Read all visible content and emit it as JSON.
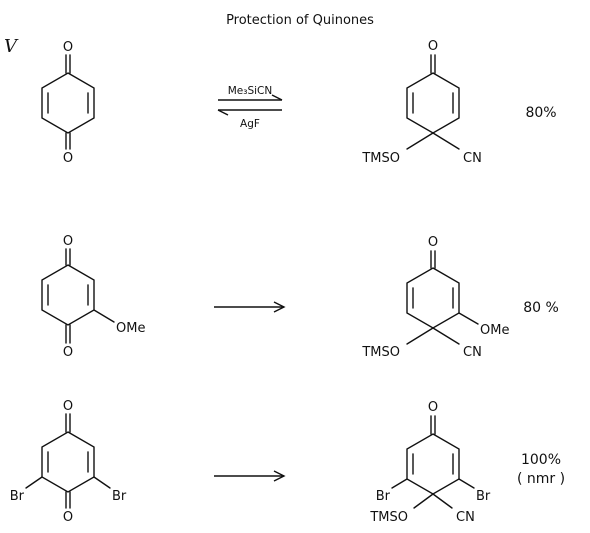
{
  "title": "Protection of Quinones",
  "stray_glyph": "V",
  "reactions": [
    {
      "reactant": {
        "top_atom": "O",
        "bottom_atom": "O"
      },
      "reagent_forward": "Me₃SiCN",
      "reagent_reverse": "AgF",
      "product": {
        "top_atom": "O",
        "left_group": "TMSO",
        "right_group": "CN"
      },
      "yield": "80%"
    },
    {
      "reactant": {
        "top_atom": "O",
        "bottom_atom": "O",
        "substituent": "OMe"
      },
      "product": {
        "top_atom": "O",
        "left_group": "TMSO",
        "right_group": "CN",
        "substituent": "OMe"
      },
      "yield": "80 %"
    },
    {
      "reactant": {
        "top_atom": "O",
        "bottom_atom": "O",
        "left_sub": "Br",
        "right_sub": "Br"
      },
      "product": {
        "top_atom": "O",
        "left_group": "TMSO",
        "right_group": "CN",
        "left_sub": "Br",
        "right_sub": "Br"
      },
      "yield": "100%",
      "yield_note": "( nmr )"
    }
  ]
}
